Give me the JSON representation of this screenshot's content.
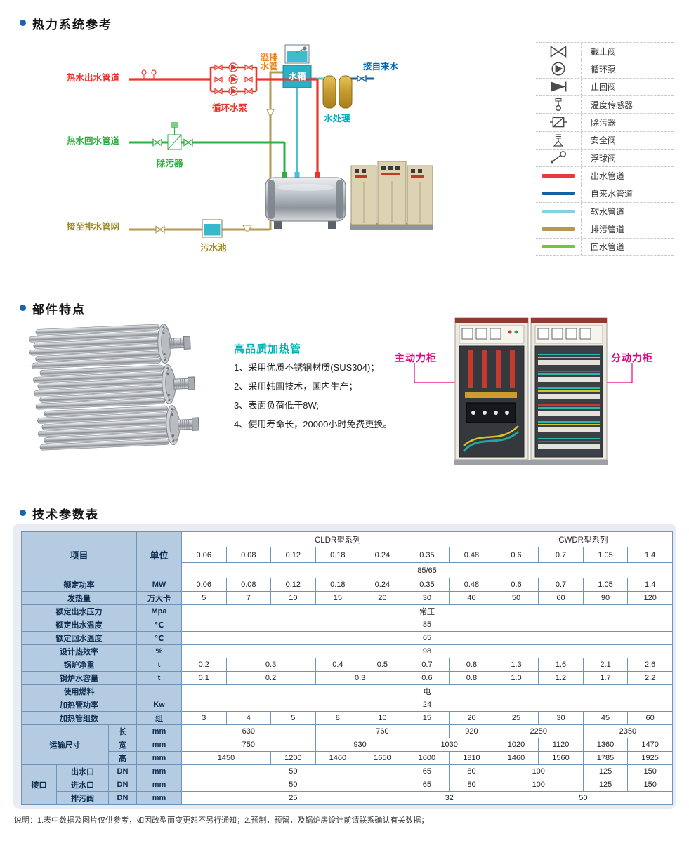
{
  "sections": {
    "system": {
      "title": "热力系统参考"
    },
    "parts": {
      "title": "部件特点"
    },
    "specs": {
      "title": "技术参数表"
    }
  },
  "colors": {
    "accent_blue": "#1a63ad",
    "outlet_red": "#e8362c",
    "return_green": "#2fae43",
    "tap_blue": "#16619f",
    "soft_cyan": "#49c0d4",
    "drain_olive": "#b09a56",
    "teal_heading": "#00b3b3",
    "magenta_label": "#e5007d"
  },
  "diagram": {
    "labels": {
      "hot_out": "热水出水管道",
      "pump": "循环水泵",
      "overflow": "溢排水管",
      "tank": "水箱",
      "tap": "接自来水",
      "treatment": "水处理",
      "hot_return": "热水回水管道",
      "strainer": "除污器",
      "drain": "接至排水管网",
      "sewage": "污水池"
    }
  },
  "legend": {
    "items": [
      {
        "icon": "stop-valve",
        "label": "截止阀"
      },
      {
        "icon": "circulation-pump",
        "label": "循环泵"
      },
      {
        "icon": "check-valve",
        "label": "止回阀"
      },
      {
        "icon": "temp-sensor",
        "label": "温度传感器"
      },
      {
        "icon": "strainer",
        "label": "除污器"
      },
      {
        "icon": "safety-valve",
        "label": "安全阀"
      },
      {
        "icon": "float-valve",
        "label": "浮球阀"
      },
      {
        "icon": "pipe-outlet",
        "label": "出水管道",
        "color": "#e8383d"
      },
      {
        "icon": "pipe-tap-water",
        "label": "自来水管道",
        "color": "#16619f"
      },
      {
        "icon": "pipe-soft-water",
        "label": "软水管道",
        "color": "#82d3e0"
      },
      {
        "icon": "pipe-drain",
        "label": "排污管道",
        "color": "#b4994e"
      },
      {
        "icon": "pipe-return",
        "label": "回水管道",
        "color": "#7cc03f"
      }
    ]
  },
  "features": {
    "heading": "高品质加热管",
    "items": [
      "1、采用优质不锈钢材质(SUS304)；",
      "2、采用韩国技术，国内生产；",
      "3、表面负荷低于8W;",
      "4、使用寿命长，20000小时免费更换。"
    ],
    "cabinet_main": "主动力柜",
    "cabinet_sub": "分动力柜"
  },
  "spec_table": {
    "corner": {
      "item": "项目",
      "unit": "单位"
    },
    "series": [
      {
        "label": "CLDR型系列",
        "span": 7
      },
      {
        "label": "CWDR型系列",
        "span": 4
      }
    ],
    "models": [
      "0.06",
      "0.08",
      "0.12",
      "0.18",
      "0.24",
      "0.35",
      "0.48",
      "0.6",
      "0.7",
      "1.05",
      "1.4"
    ],
    "temp_row": "85/65",
    "rows": [
      {
        "label": "额定功率",
        "unit": "MW",
        "cells": [
          [
            "0.06",
            1
          ],
          [
            "0.08",
            1
          ],
          [
            "0.12",
            1
          ],
          [
            "0.18",
            1
          ],
          [
            "0.24",
            1
          ],
          [
            "0.35",
            1
          ],
          [
            "0.48",
            1
          ],
          [
            "0.6",
            1
          ],
          [
            "0.7",
            1
          ],
          [
            "1.05",
            1
          ],
          [
            "1.4",
            1
          ]
        ]
      },
      {
        "label": "发热量",
        "unit": "万大卡",
        "cells": [
          [
            "5",
            1
          ],
          [
            "7",
            1
          ],
          [
            "10",
            1
          ],
          [
            "15",
            1
          ],
          [
            "20",
            1
          ],
          [
            "30",
            1
          ],
          [
            "40",
            1
          ],
          [
            "50",
            1
          ],
          [
            "60",
            1
          ],
          [
            "90",
            1
          ],
          [
            "120",
            1
          ]
        ]
      },
      {
        "label": "额定出水压力",
        "unit": "Mpa",
        "cells": [
          [
            "常压",
            11
          ]
        ]
      },
      {
        "label": "额定出水温度",
        "unit": "℃",
        "cells": [
          [
            "85",
            11
          ]
        ]
      },
      {
        "label": "额定回水温度",
        "unit": "℃",
        "cells": [
          [
            "65",
            11
          ]
        ]
      },
      {
        "label": "设计热效率",
        "unit": "%",
        "cells": [
          [
            "98",
            11
          ]
        ]
      },
      {
        "label": "锅炉净重",
        "unit": "t",
        "cells": [
          [
            "0.2",
            1
          ],
          [
            "0.3",
            2
          ],
          [
            "0.4",
            1
          ],
          [
            "0.5",
            1
          ],
          [
            "0.7",
            1
          ],
          [
            "0.8",
            1
          ],
          [
            "1.3",
            1
          ],
          [
            "1.6",
            1
          ],
          [
            "2.1",
            1
          ],
          [
            "2.6",
            1
          ]
        ]
      },
      {
        "label": "锅炉水容量",
        "unit": "t",
        "cells": [
          [
            "0.1",
            1
          ],
          [
            "0.2",
            2
          ],
          [
            "0.3",
            2
          ],
          [
            "0.6",
            1
          ],
          [
            "0.8",
            1
          ],
          [
            "1.0",
            1
          ],
          [
            "1.2",
            1
          ],
          [
            "1.7",
            1
          ],
          [
            "2.2",
            1
          ]
        ]
      },
      {
        "label": "使用燃料",
        "unit": "",
        "cells": [
          [
            "电",
            11
          ]
        ]
      },
      {
        "label": "加热管功率",
        "unit": "Kw",
        "cells": [
          [
            "24",
            11
          ]
        ]
      },
      {
        "label": "加热管组数",
        "unit": "组",
        "cells": [
          [
            "3",
            1
          ],
          [
            "4",
            1
          ],
          [
            "5",
            1
          ],
          [
            "8",
            1
          ],
          [
            "10",
            1
          ],
          [
            "15",
            1
          ],
          [
            "20",
            1
          ],
          [
            "25",
            1
          ],
          [
            "30",
            1
          ],
          [
            "45",
            1
          ],
          [
            "60",
            1
          ]
        ]
      }
    ],
    "transport": {
      "label": "运输尺寸",
      "rows": [
        {
          "sub": "长",
          "unit": "mm",
          "cells": [
            [
              "630",
              3
            ],
            [
              "760",
              3
            ],
            [
              "920",
              1
            ],
            [
              "2250",
              2
            ],
            [
              "2350",
              2
            ]
          ]
        },
        {
          "sub": "宽",
          "unit": "mm",
          "cells": [
            [
              "750",
              3
            ],
            [
              "930",
              2
            ],
            [
              "1030",
              2
            ],
            [
              "1020",
              1
            ],
            [
              "1120",
              1
            ],
            [
              "1360",
              1
            ],
            [
              "1470",
              1
            ]
          ]
        },
        {
          "sub": "高",
          "unit": "mm",
          "cells": [
            [
              "1450",
              2
            ],
            [
              "1200",
              1
            ],
            [
              "1460",
              1
            ],
            [
              "1650",
              1
            ],
            [
              "1600",
              1
            ],
            [
              "1810",
              1
            ],
            [
              "1460",
              1
            ],
            [
              "1560",
              1
            ],
            [
              "1785",
              1
            ],
            [
              "1925",
              1
            ]
          ]
        }
      ]
    },
    "ports": {
      "label": "接口",
      "rows": [
        {
          "sub": "出水口",
          "dn": "DN",
          "unit": "mm",
          "cells": [
            [
              "50",
              5
            ],
            [
              "65",
              1
            ],
            [
              "80",
              1
            ],
            [
              "100",
              2
            ],
            [
              "125",
              1
            ],
            [
              "150",
              1
            ]
          ]
        },
        {
          "sub": "进水口",
          "dn": "DN",
          "unit": "mm",
          "cells": [
            [
              "50",
              5
            ],
            [
              "65",
              1
            ],
            [
              "80",
              1
            ],
            [
              "100",
              2
            ],
            [
              "125",
              1
            ],
            [
              "150",
              1
            ]
          ]
        },
        {
          "sub": "排污阀",
          "dn": "DN",
          "unit": "mm",
          "cells": [
            [
              "25",
              5
            ],
            [
              "32",
              2
            ],
            [
              "50",
              4
            ]
          ]
        }
      ]
    }
  },
  "note": "说明：1.表中数据及图片仅供参考，如因改型而变更恕不另行通知；2.预制，预留，及锅炉房设计前请联系确认有关数据；"
}
